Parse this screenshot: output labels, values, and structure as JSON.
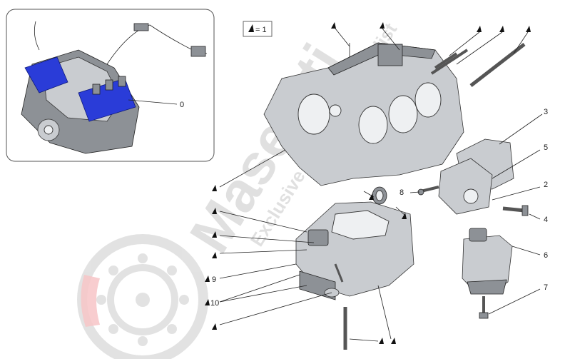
{
  "legend": {
    "symbol": "triangle-marker-icon",
    "text": "= 1"
  },
  "inset": {
    "callout": "0"
  },
  "callouts": [
    "3",
    "5",
    "2",
    "8",
    "4",
    "6",
    "7",
    "9",
    "10"
  ],
  "watermark": {
    "brand": "Maserati",
    "tagline": "Exclusive car parts specialist",
    "logo_color": "#e03a3e"
  },
  "colors": {
    "highlight": "#2a3cd8",
    "part": "#c9ccd0",
    "line": "#222222"
  }
}
